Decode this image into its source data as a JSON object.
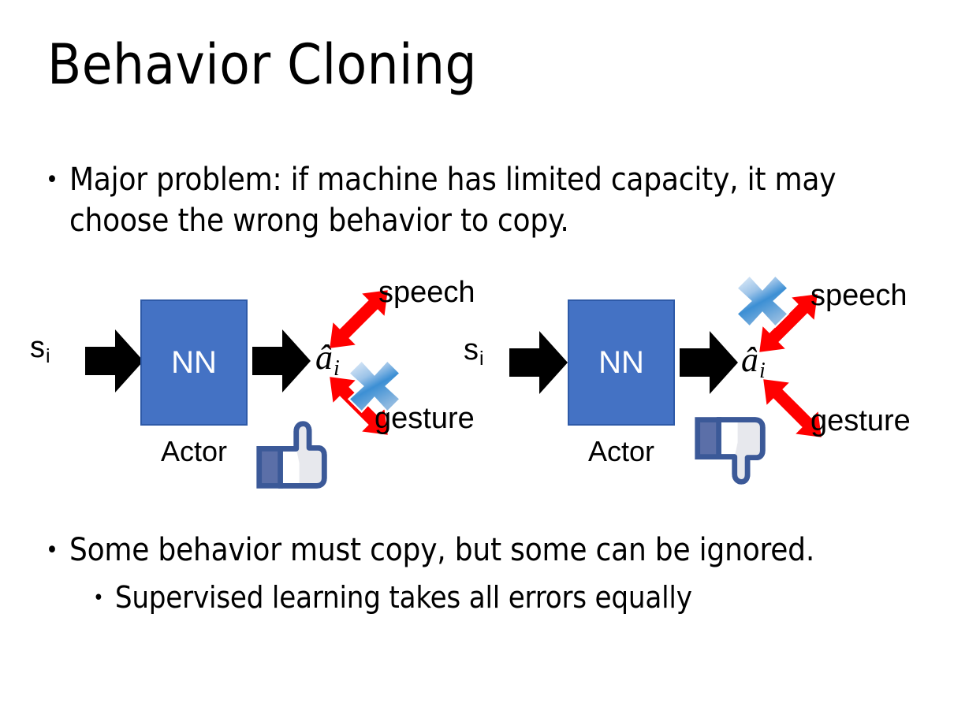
{
  "slide": {
    "title": "Behavior Cloning",
    "background_color": "#FFFFFF"
  },
  "bullets": [
    {
      "marker": "•",
      "level": 1,
      "text": "Major problem: if machine has limited capacity, it may choose the wrong behavior to copy."
    },
    {
      "marker": "•",
      "level": 1,
      "text": "Some behavior must copy, but some can be ignored."
    },
    {
      "marker": "•",
      "level": 2,
      "text": "Supervised learning takes all errors equally"
    }
  ],
  "diagrams": [
    {
      "id": "left",
      "input_label": "s",
      "input_subscript": "i",
      "box_label": "NN",
      "box_caption": "Actor",
      "output_label": "â",
      "output_subscript": "i",
      "branches": [
        {
          "name": "speech",
          "label": "speech",
          "crossed_out": false
        },
        {
          "name": "gesture",
          "label": "gesture",
          "crossed_out": true
        }
      ],
      "verdict_icon": "thumbs-up-icon",
      "verdict": "approve"
    },
    {
      "id": "right",
      "input_label": "s",
      "input_subscript": "i",
      "box_label": "NN",
      "box_caption": "Actor",
      "output_label": "â",
      "output_subscript": "i",
      "branches": [
        {
          "name": "speech",
          "label": "speech",
          "crossed_out": true
        },
        {
          "name": "gesture",
          "label": "gesture",
          "crossed_out": false
        }
      ],
      "verdict_icon": "thumbs-down-icon",
      "verdict": "reject"
    }
  ],
  "colors": {
    "nn_box_fill": "#4472C4",
    "nn_box_border": "#2E5AA8",
    "arrow_black": "#000000",
    "branch_arrow_red": "#FF0000",
    "cross_blue": "#5B9BD5",
    "thumb_outline": "#3B5998",
    "text": "#000000"
  }
}
